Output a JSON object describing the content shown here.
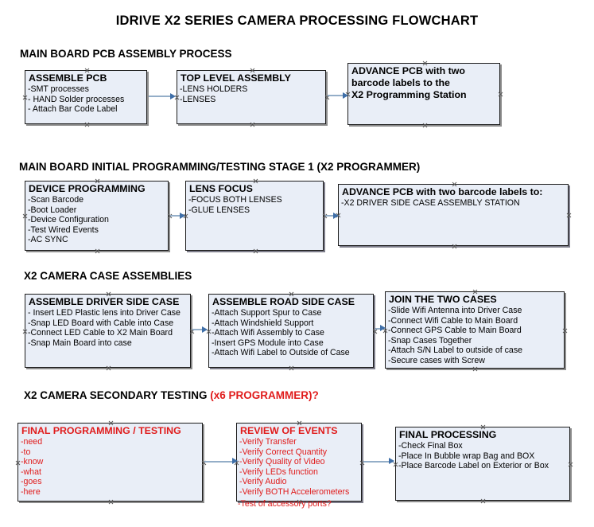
{
  "document": {
    "title": "IDRIVE X2  SERIES CAMERA PROCESSING FLOWCHART"
  },
  "colors": {
    "node_fill": "#e9eef7",
    "node_border": "#1b1b1b",
    "node_shadow": "#8d8d8d",
    "accent_red": "#e01b1b",
    "connector": "#94aec8",
    "arrowhead": "#3f6fa8",
    "text": "#000000",
    "background": "#ffffff"
  },
  "sections": [
    {
      "heading": "MAIN BOARD PCB ASSEMBLY PROCESS",
      "heading_accent": "",
      "nodes": [
        {
          "title": "ASSEMBLE PCB",
          "lines": [
            " -SMT processes",
            "- HAND Solder processes",
            "- Attach Bar Code Label"
          ]
        },
        {
          "title": "TOP LEVEL ASSEMBLY",
          "lines": [
            "-LENS HOLDERS",
            "-LENSES"
          ]
        },
        {
          "title": "ADVANCE PCB with two",
          "title2": "barcode labels to the",
          "title3": " X2 Programming Station",
          "lines": []
        }
      ]
    },
    {
      "heading": "MAIN BOARD INITIAL PROGRAMMING/TESTING STAGE 1 (X2 PROGRAMMER)",
      "heading_accent": "",
      "nodes": [
        {
          "title": "DEVICE PROGRAMMING",
          "lines": [
            "-Scan Barcode",
            "-Boot Loader",
            "-Device Configuration",
            "-Test Wired Events",
            "-AC SYNC"
          ]
        },
        {
          "title": "LENS FOCUS",
          "lines": [
            "-FOCUS BOTH LENSES",
            "-GLUE LENSES"
          ]
        },
        {
          "title": "ADVANCE PCB with two barcode labels to:",
          "lines": [
            "-X2 DRIVER  SIDE  CASE  ASSEMBLY STATION"
          ]
        }
      ]
    },
    {
      "heading": "X2 CAMERA CASE ASSEMBLIES",
      "heading_accent": "",
      "nodes": [
        {
          "title": "ASSEMBLE DRIVER SIDE CASE",
          "lines": [
            "- Insert LED Plastic lens into Driver Case",
            "-Snap LED Board with Cable into Case",
            "-Connect LED Cable to X2 Main Board",
            "-Snap Main Board into case"
          ]
        },
        {
          "title": "ASSEMBLE ROAD SIDE CASE",
          "lines": [
            "-Attach Support Spur to Case",
            "-Attach Windshield Support",
            "-Attach Wifi Assembly to Case",
            "-Insert GPS Module into Case",
            "-Attach Wifi Label to Outside of Case"
          ]
        },
        {
          "title": "JOIN THE TWO CASES",
          "lines": [
            "-Slide Wifi Antenna into Driver Case",
            "-Connect Wifi Cable to Main Board",
            "-Connect GPS Cable to Main Board",
            "-Snap Cases Together",
            "-Attach S/N Label to outside of case",
            "-Secure cases with Screw"
          ]
        }
      ]
    },
    {
      "heading": "X2 CAMERA SECONDARY TESTING ",
      "heading_accent": "(x6 PROGRAMMER)?",
      "nodes": [
        {
          "title": "FINAL PROGRAMMING / TESTING",
          "lines": [
            "-need",
            "-to",
            "-know",
            "-what",
            "-goes",
            "-here"
          ]
        },
        {
          "title": "REVIEW OF EVENTS",
          "lines": [
            "-Verify Transfer",
            "-Verify Correct Quantity",
            "-Verify Quality of Video",
            "-Verify LEDs function",
            "-Verify Audio",
            "-Verify BOTH Accelerometers"
          ],
          "overflow_line": "-Test of accessory ports?"
        },
        {
          "title": "FINAL PROCESSING",
          "lines": [
            " -Check Final Box",
            "-Place In Bubble wrap Bag and BOX",
            "-Place Barcode Label on Exterior or Box"
          ]
        }
      ]
    }
  ]
}
